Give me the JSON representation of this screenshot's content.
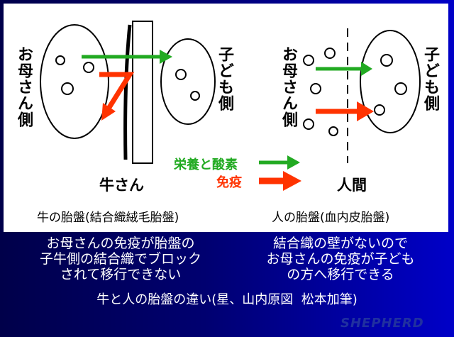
{
  "diagram": {
    "left": {
      "mother_side": "お母さん側",
      "child_side": "子ども側",
      "animal": "牛さん",
      "caption": "牛の胎盤(結合織絨毛胎盤)"
    },
    "right": {
      "mother_side": "お母さん側",
      "child_side": "子ども側",
      "animal": "人間",
      "caption": "人の胎盤(血内皮胎盤)"
    },
    "legend": [
      {
        "label": "栄養と酸素",
        "color": "#22aa22"
      },
      {
        "label": "免疫",
        "color": "#ff3300"
      }
    ]
  },
  "notes": {
    "left": "お母さんの免疫が胎盤の\n子牛側の結合織でブロック\nされて移行できない",
    "right": "結合織の壁がないので\nお母さんの免疫が子ども\nの方へ移行できる",
    "footer": "牛と人の胎盤の違い(星、山内原図  松本加筆)",
    "logo": "SHEPHERD"
  }
}
